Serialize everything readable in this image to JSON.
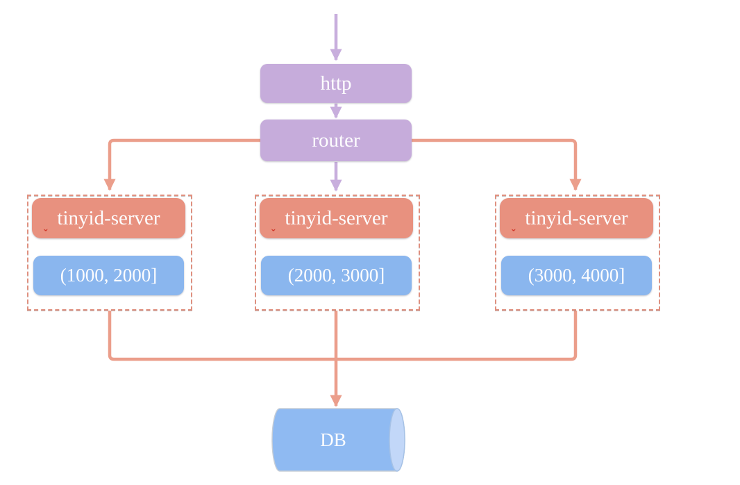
{
  "diagram": {
    "title_hint": "tinyid sharded id-generator architecture",
    "nodes": {
      "http": "http",
      "router": "router",
      "db": "DB"
    },
    "servers": [
      {
        "name": "tinyid-server",
        "range": "(1000, 2000]"
      },
      {
        "name": "tinyid-server",
        "range": "(2000, 3000]"
      },
      {
        "name": "tinyid-server",
        "range": "(3000, 4000]"
      }
    ],
    "spellcheck_mark": "ˇ",
    "colors": {
      "purple_box": "#c6acdb",
      "purple_arrow": "#c8aedd",
      "salmon_box": "#e8917f",
      "salmon_line": "#eb9e8b",
      "dashed_border": "#e0907f",
      "blue_box": "#8ab6ee",
      "db_body": "#8fbaf2",
      "db_cap": "#c2d7f8",
      "text": "#fdfdfe",
      "spellcheck_red": "#d03325"
    }
  }
}
